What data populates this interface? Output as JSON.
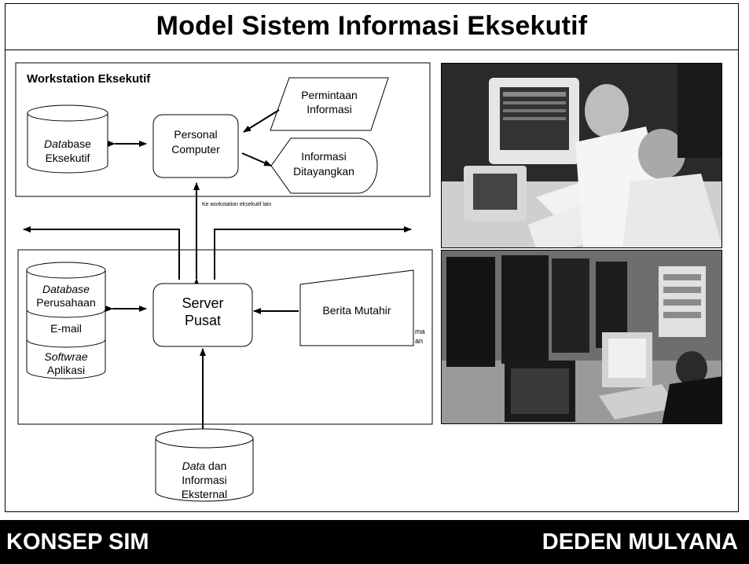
{
  "title": "Model Sistem Informasi Eksekutif",
  "workstation": {
    "label": "Workstation Eksekutif",
    "database_italic": "Data",
    "database_rest": "base",
    "database_line2": "Eksekutif",
    "pc_line1": "Personal",
    "pc_line2": "Computer",
    "request_line1": "Permintaan",
    "request_line2": "Informasi",
    "display_line1": "Informasi",
    "display_line2": "Ditayangkan",
    "link_note": "Ke workstation eksekutif lain"
  },
  "server": {
    "db_line1": "Database",
    "db_line2": "Perusahaan",
    "email": "E-mail",
    "software_line1": "Softwrae",
    "software_line2": "Aplikasi",
    "server_line1": "Server",
    "server_line2": "Pusat",
    "news": "Berita Mutahir",
    "clipped_line1": "ma",
    "clipped_line2": "an"
  },
  "external": {
    "line1_italic": "Data",
    "line1_rest": " dan",
    "line2": "Informasi",
    "line3": "Eksternal"
  },
  "footer": {
    "left": "KONSEP SIM",
    "right": "DEDEN MULYANA"
  }
}
